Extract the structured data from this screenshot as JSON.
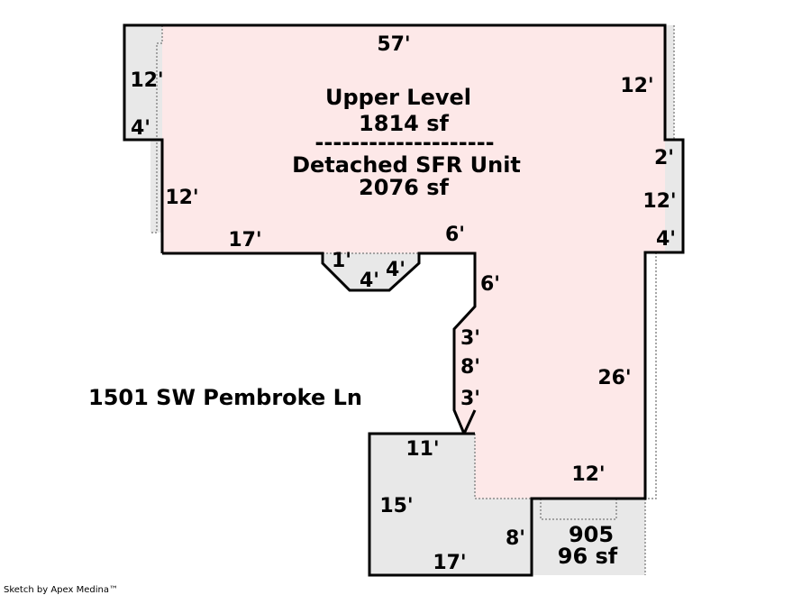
{
  "colors": {
    "main_fill": "#fde8e8",
    "secondary_fill": "#e8e8e8",
    "outline": "#000000",
    "dotted": "#8a8a8a"
  },
  "sketch": {
    "upper_level_title": "Upper Level",
    "upper_level_area": "1814 sf",
    "separator": "--------------------",
    "unit_title": "Detached SFR Unit",
    "unit_area": "2076 sf",
    "address": "1501 SW Pembroke Ln",
    "credit": "Sketch by Apex Medina™",
    "small_area_code": "905",
    "small_area": "96 sf"
  },
  "dimensions": {
    "top": "57'",
    "left_ext_height": "12'",
    "left_ext_width": "4'",
    "left_lower_height": "12'",
    "bottom_left_width": "17'",
    "bay_top": "1'",
    "bay_left": "4'",
    "bay_right": "4'",
    "inner_top": "6'",
    "inner_side": "6'",
    "jog_upper": "3'",
    "jog_mid": "8'",
    "jog_lower": "3'",
    "right_upper": "12'",
    "right_jog": "2'",
    "right_ext_height": "12'",
    "right_ext_width": "4'",
    "right_lower": "26'",
    "bottom_right": "12'",
    "garage_top": "11'",
    "garage_left": "15'",
    "garage_bottom": "17'",
    "garage_right": "8'"
  }
}
